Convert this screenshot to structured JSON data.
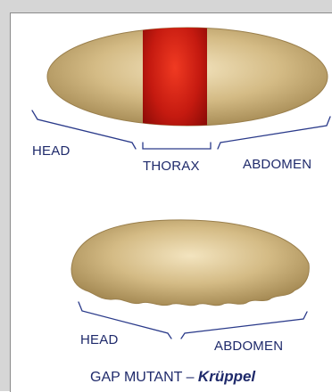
{
  "wild_type": {
    "labels": {
      "head": "HEAD",
      "thorax": "THORAX",
      "abdomen": "ABDOMEN"
    }
  },
  "mutant": {
    "labels": {
      "head": "HEAD",
      "abdomen": "ABDOMEN"
    },
    "caption_prefix": "GAP MUTANT – ",
    "caption_gene": "Krüppel"
  },
  "colors": {
    "embryo_body": "#c9b07a",
    "thorax_band": "#c2190f",
    "bracket_line": "#2a3a8a",
    "label_text": "#1f2a6b"
  }
}
